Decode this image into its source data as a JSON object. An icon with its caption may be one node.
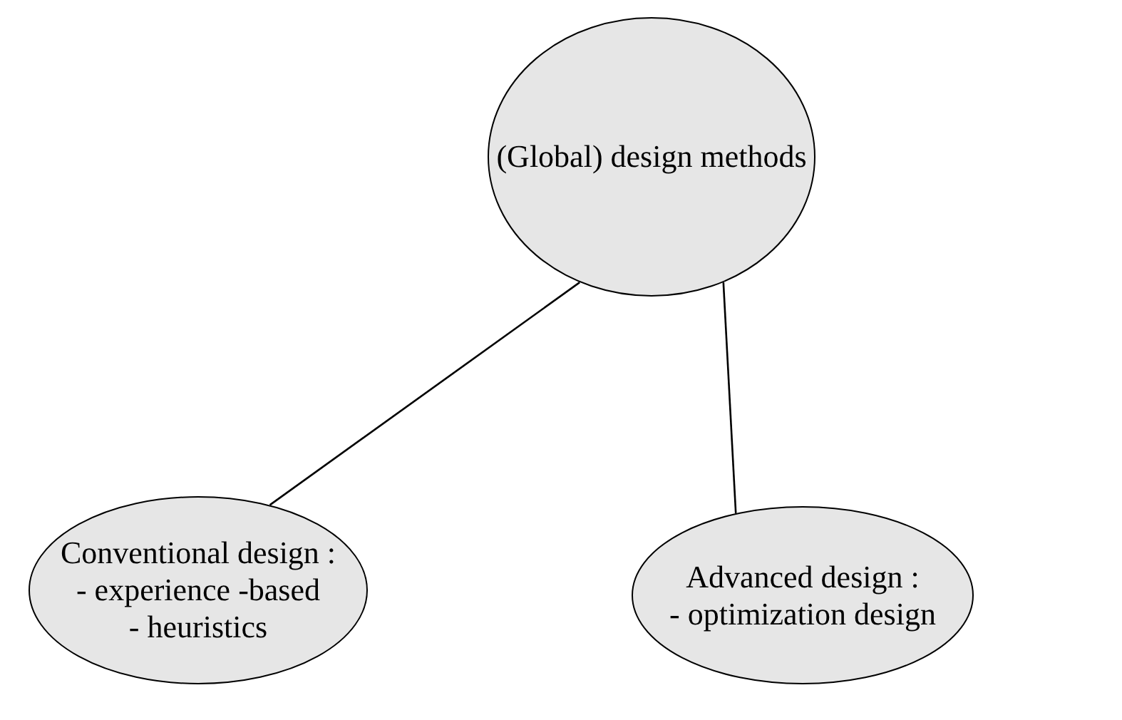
{
  "diagram": {
    "nodes": [
      {
        "text": [
          "(Global) design methods"
        ]
      },
      {
        "text": [
          "Conventional design :",
          "- experience -based",
          "- heuristics"
        ]
      },
      {
        "text": [
          "Advanced design :",
          "- optimization design"
        ]
      }
    ],
    "edges": [
      {
        "from": 0,
        "to": 1,
        "arrow": "none"
      },
      {
        "from": 0,
        "to": 2,
        "arrow": "none"
      }
    ]
  }
}
